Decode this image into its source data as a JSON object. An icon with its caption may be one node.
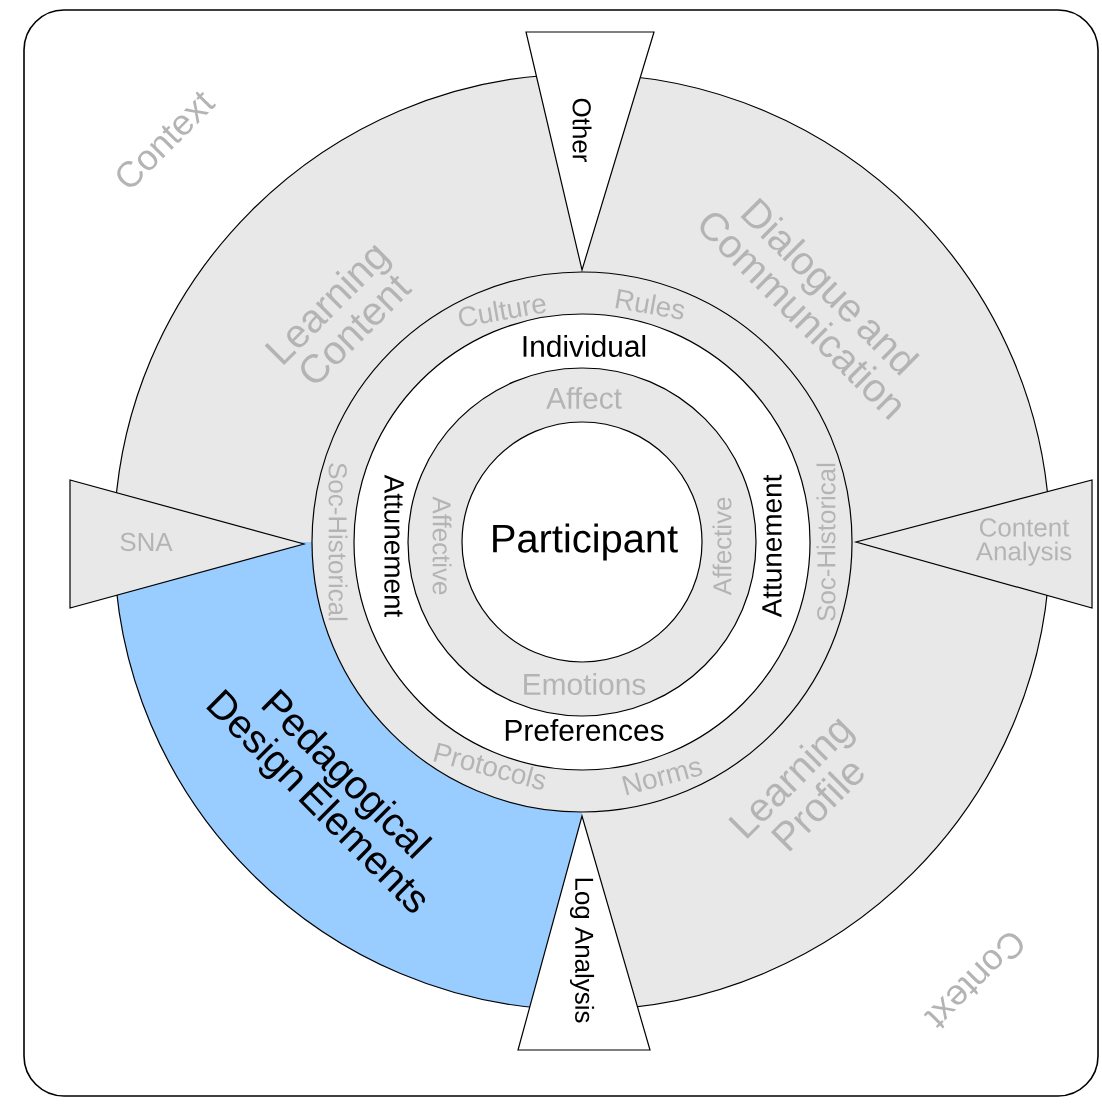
{
  "diagram": {
    "nodes": [
      {
        "text": [
          "Context",
          "Context"
        ]
      },
      {
        "text": [
          "Other"
        ],
        "in": 0
      },
      {
        "text": [
          "Learning Content"
        ],
        "in": 0
      },
      {
        "text": [
          "Dialogue and Communication"
        ],
        "in": 0
      },
      {
        "text": [
          "SNA"
        ],
        "in": 0
      },
      {
        "text": [
          "Culture",
          "Rules",
          "Soc-Historical",
          "Soc-Historical",
          "Protocols",
          "Norms"
        ],
        "in": 0
      },
      {
        "text": [
          "Individual",
          "Attunement",
          "Attunement",
          "Preferences"
        ],
        "in": 5
      },
      {
        "text": [
          "Affect",
          "Affective",
          "Affective",
          "Emotions"
        ],
        "in": 6
      },
      {
        "text": [
          "Participant"
        ],
        "in": 7
      },
      {
        "text": [
          "Content Analysis"
        ],
        "in": 0
      },
      {
        "text": [
          "Pedagogical Design Elements"
        ],
        "in": 0
      },
      {
        "text": [
          "Learning Profile"
        ],
        "in": 0
      },
      {
        "text": [
          "Log Analysis"
        ],
        "in": 0
      }
    ]
  }
}
